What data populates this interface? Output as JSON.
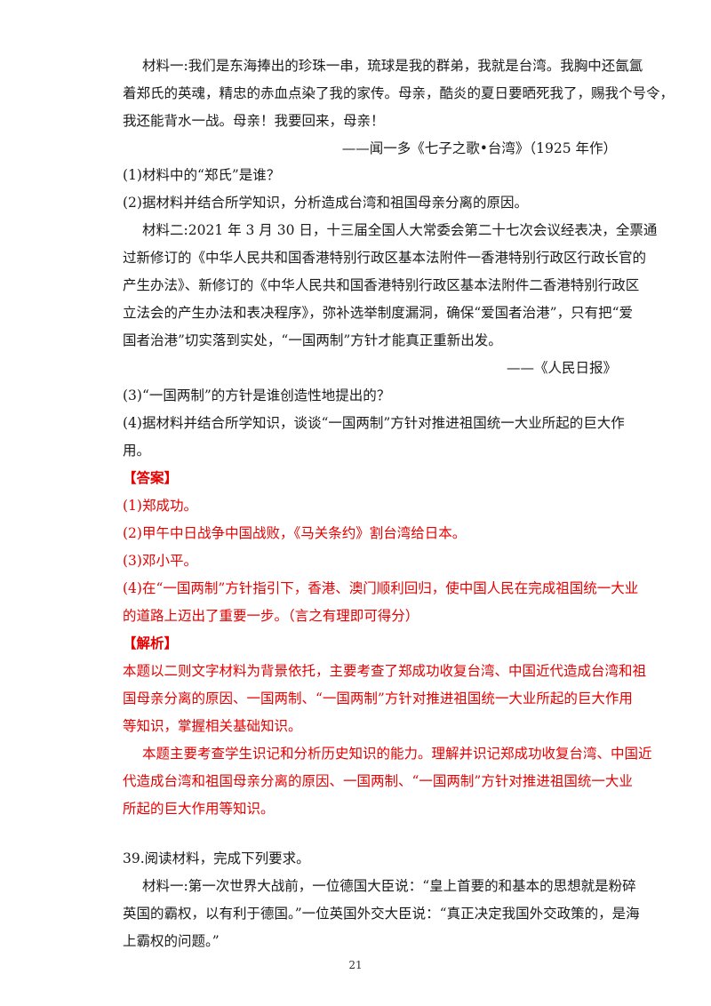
{
  "material1": {
    "lines": [
      "材料一:我们是东海捧出的珍珠一串，琉球是我的群弟，我就是台湾。我胸中还氤氲",
      "着郑氏的英魂，精忠的赤血点染了我的家传。母亲，酷炎的夏日要晒死我了，赐我个号令，",
      "我还能背水一战。母亲！我要回来，母亲！"
    ],
    "source": "——闻一多《七子之歌•台湾》（1925 年作）"
  },
  "q1": "(1)材料中的“郑氏”是谁？",
  "q2": "(2)据材料并结合所学知识，分析造成台湾和祖国母亲分离的原因。",
  "material2": {
    "lines": [
      "材料二:2021 年 3 月 30 日，十三届全国人大常委会第二十七次会议经表决，全票通",
      "过新修订的《中华人民共和国香港特别行政区基本法附件一香港特别行政区行政长官的",
      "产生办法》、新修订的《中华人民共和国香港特别行政区基本法附件二香港特别行政区",
      "立法会的产生办法和表决程序》，弥补选举制度漏洞，确保“爱国者治港”，只有把“爱",
      "国者治港”切实落到实处，“一国两制”方针才能真正重新出发。"
    ],
    "source": "——《人民日报》"
  },
  "q3": "(3)“一国两制”的方针是谁创造性地提出的？",
  "q4": [
    "(4)据材料并结合所学知识，谈谈“一国两制”方针对推进祖国统一大业所起的巨大作",
    "用。"
  ],
  "answer": {
    "title": "【答案】",
    "a1": "(1)郑成功。",
    "a2": "(2)甲午中日战争中国战败，《马关条约》割台湾给日本。",
    "a3": "(3)邓小平。",
    "a4": [
      "(4)在“一国两制”方针指引下，香港、澳门顺利回归，使中国人民在完成祖国统一大业",
      "的道路上迈出了重要一步。（言之有理即可得分）"
    ]
  },
  "analysis": {
    "title": "【解析】",
    "p1": [
      "本题以二则文字材料为背景依托，主要考查了郑成功收复台湾、中国近代造成台湾和祖",
      "国母亲分离的原因、一国两制、“一国两制”方针对推进祖国统一大业所起的巨大作用",
      "等知识，掌握相关基础知识。"
    ],
    "p2": [
      "本题主要考查学生识记和分析历史知识的能力。理解并识记郑成功收复台湾、中国近",
      "代造成台湾和祖国母亲分离的原因、一国两制、“一国两制”方针对推进祖国统一大业",
      "所起的巨大作用等知识。"
    ]
  },
  "q39": {
    "title": "39.阅读材料，完成下列要求。",
    "lines": [
      "材料一:第一次世界大战前，一位德国大臣说：“皇上首要的和基本的思想就是粉碎",
      "英国的霸权，以有利于德国。”一位英国外交大臣说：“真正决定我国外交政策的，是海",
      "上霸权的问题。”"
    ]
  },
  "page_number": "21"
}
